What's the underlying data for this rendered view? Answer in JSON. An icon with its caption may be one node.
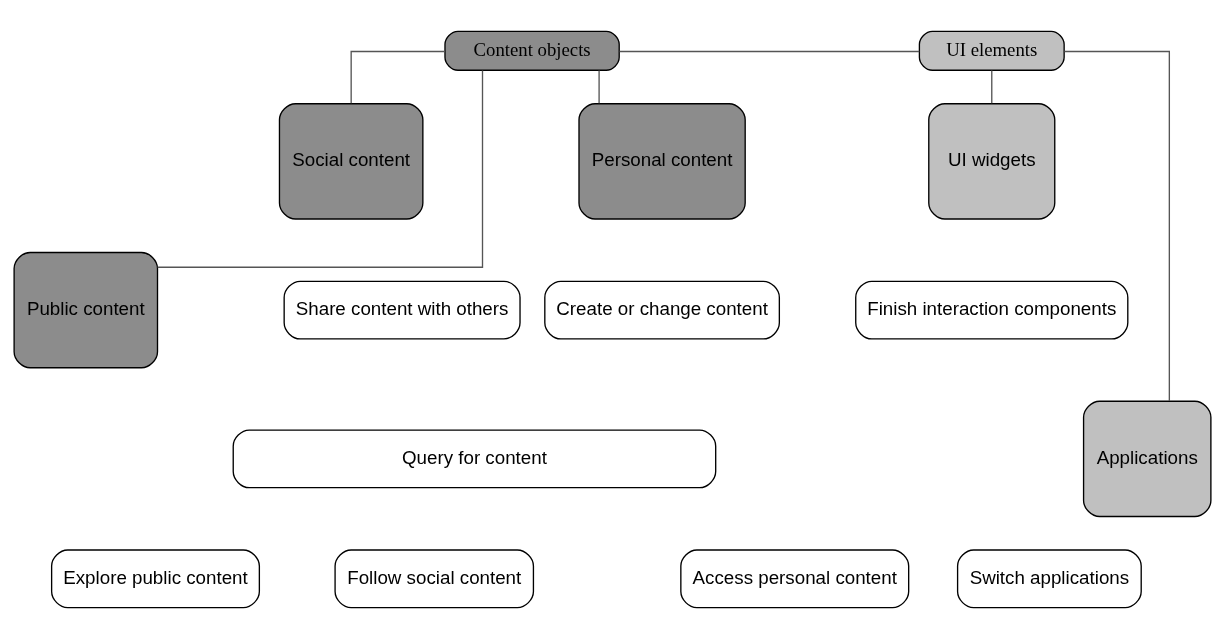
{
  "diagram": {
    "nodes": [
      {
        "text": [
          "Content objects"
        ]
      },
      {
        "text": [
          "UI elements"
        ]
      },
      {
        "text": [
          "Personal content"
        ]
      },
      {
        "text": [
          "Social content"
        ]
      },
      {
        "text": [
          "Public content"
        ]
      },
      {
        "text": [
          "Applications"
        ]
      },
      {
        "text": [
          "UI widgets"
        ]
      },
      {
        "text": [
          "Create or change content"
        ]
      },
      {
        "text": [
          "Share content with others"
        ]
      },
      {
        "text": [
          "Query for content"
        ]
      },
      {
        "text": [
          "Access personal content"
        ]
      },
      {
        "text": [
          "Follow social content"
        ]
      },
      {
        "text": [
          "Explore public content"
        ]
      },
      {
        "text": [
          "Switch applications"
        ]
      },
      {
        "text": [
          "Finish interaction components"
        ]
      }
    ],
    "edges": [
      {
        "from": 0,
        "to": 1,
        "arrow": "none"
      },
      {
        "from": 0,
        "to": 2,
        "arrow": "none"
      },
      {
        "from": 0,
        "to": 3,
        "arrow": "none"
      },
      {
        "from": 0,
        "to": 4,
        "arrow": "none"
      },
      {
        "from": 1,
        "to": 5,
        "arrow": "none"
      },
      {
        "from": 1,
        "to": 6,
        "arrow": "none"
      }
    ]
  }
}
